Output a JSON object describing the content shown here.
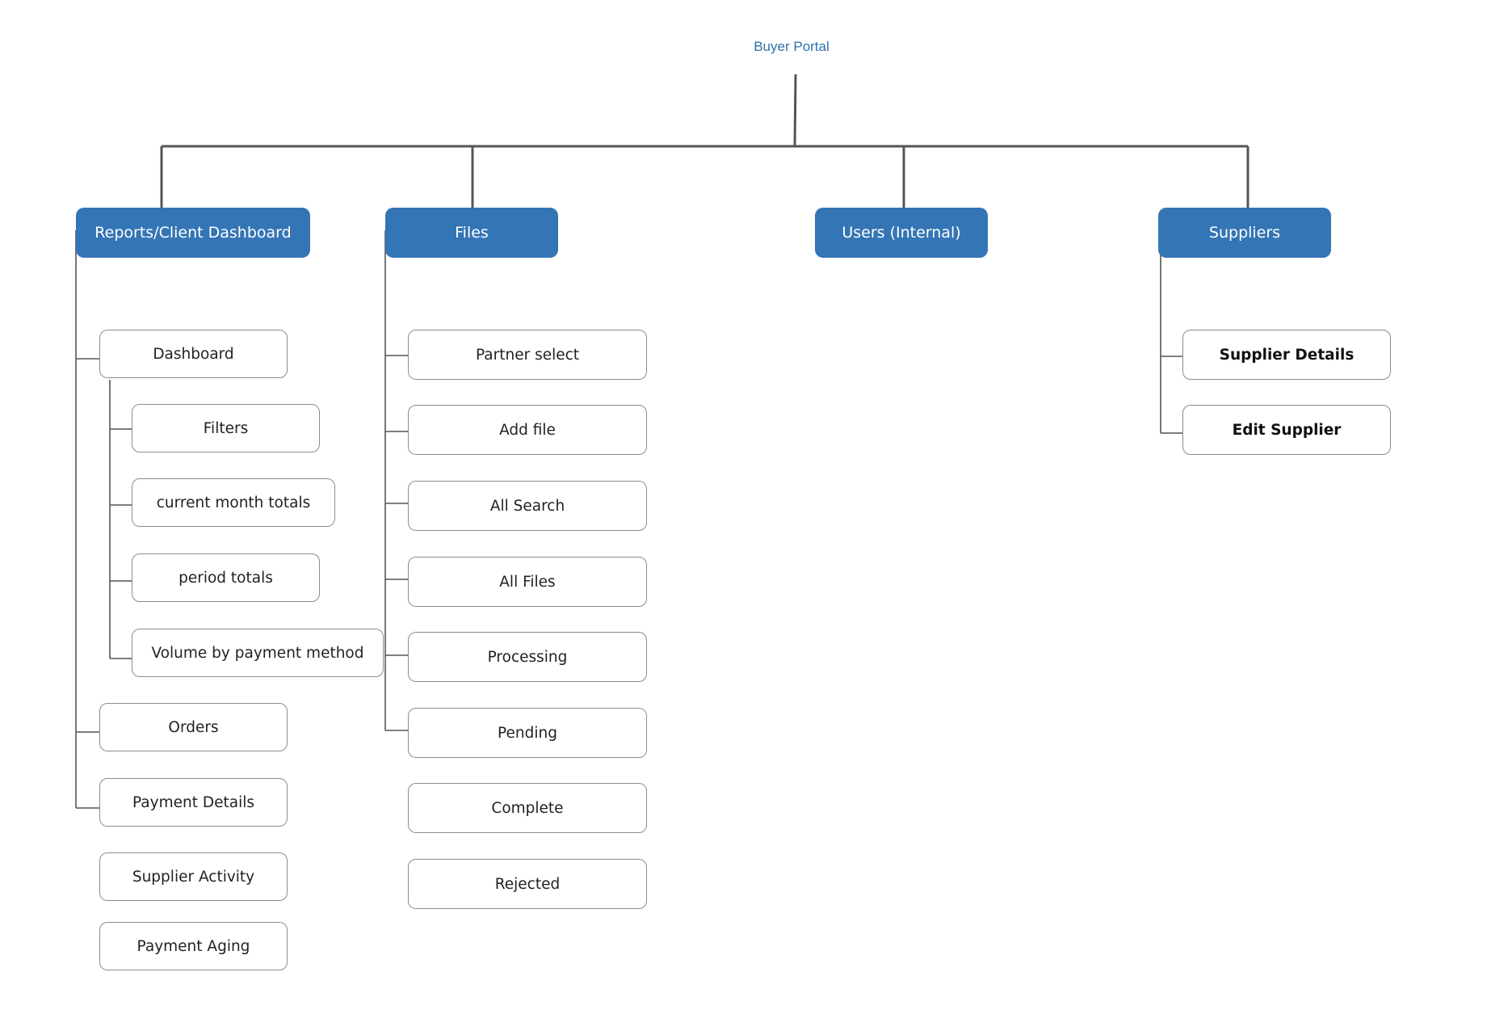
{
  "title": "Buyer Portal",
  "colors": {
    "header_fill": "#3475b5",
    "title_text": "#2f6fad",
    "line": "#555555"
  },
  "sections": {
    "reports": {
      "label": "Reports/Client Dashboard",
      "items": {
        "dashboard": "Dashboard",
        "filters": "Filters",
        "current_month": "current month totals",
        "period_totals": "period totals",
        "volume": "Volume by payment method",
        "orders": "Orders",
        "payment_details": "Payment Details",
        "supplier_activity": "Supplier Activity",
        "payment_aging": "Payment Aging"
      }
    },
    "files": {
      "label": "Files",
      "items": [
        "Partner select",
        "Add file",
        "All Search",
        "All Files",
        "Processing",
        "Pending",
        "Complete",
        "Rejected"
      ]
    },
    "users": {
      "label": "Users (Internal)"
    },
    "suppliers": {
      "label": "Suppliers",
      "items": [
        "Supplier Details",
        "Edit Supplier"
      ]
    }
  }
}
